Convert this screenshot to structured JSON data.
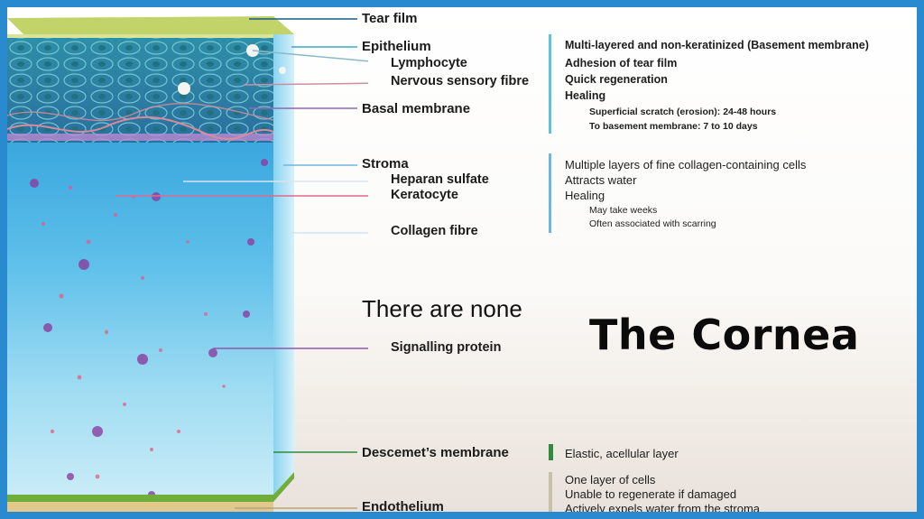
{
  "title": "The Cornea",
  "none_text": "There are none",
  "colors": {
    "border": "#2a8ad0",
    "epithelium_bar": "#5fc3d8",
    "stroma_bar": "#6ab8e0",
    "descemet_bar": "#2f8a3c",
    "endothelium_bar": "#c7c1aa"
  },
  "labels": {
    "tear_film": "Tear film",
    "epithelium": "Epithelium",
    "lymphocyte": "Lymphocyte",
    "nervous_fibre": "Nervous sensory fibre",
    "basal_membrane": "Basal membrane",
    "stroma": "Stroma",
    "heparan": "Heparan sulfate",
    "keratocyte": "Keratocyte",
    "collagen": "Collagen fibre",
    "signalling": "Signalling protein",
    "descemet": "Descemet’s membrane",
    "endothelium": "Endothelium"
  },
  "epithelium_desc": {
    "line1": "Multi-layered and non-keratinized (Basement membrane)",
    "line2": "Adhesion of tear film",
    "line3": "Quick regeneration",
    "line4": "Healing",
    "line5": "Superficial scratch (erosion): 24-48 hours",
    "line6": "To basement membrane: 7 to 10 days"
  },
  "stroma_desc": {
    "line1": "Multiple layers of fine collagen-containing cells",
    "line2": "Attracts water",
    "line3": "Healing",
    "line4": "May take weeks",
    "line5": "Often associated with scarring"
  },
  "descemet_desc": {
    "line1": "Elastic, acellular layer"
  },
  "endothelium_desc": {
    "line1": "One layer of cells",
    "line2": "Unable to regenerate if damaged",
    "line3": "Actively expels water from the stroma"
  }
}
